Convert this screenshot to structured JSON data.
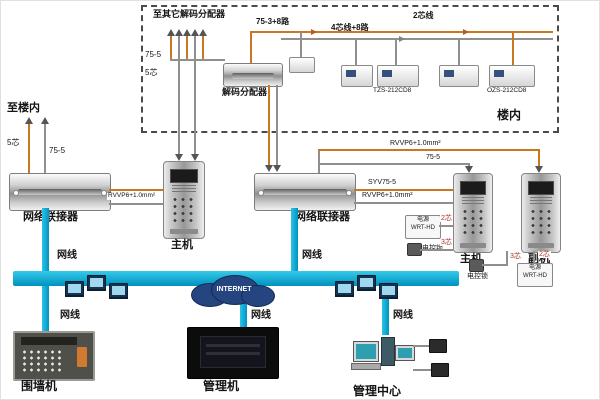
{
  "colors": {
    "bus": "#00a9d4",
    "orange": "#c9781f",
    "gray": "#8f8f8f",
    "cloud": "#24457f"
  },
  "top_box": {
    "to_other_label": "至其它解码分配器",
    "route1": "75-3+8路",
    "route2": "4芯线+8路",
    "route3": "2芯线",
    "cable_75_5": "75-5",
    "cable_5core": "5芯",
    "decoder_label": "解码分配器",
    "device_tzs": "TZS-212CD8",
    "device_ozs": "OZS-212CD8",
    "area_label": "楼内"
  },
  "left_area": {
    "to_building_label": "至楼内",
    "cable_5core": "5芯",
    "cable_75_5": "75-5",
    "connector_label": "网络联接器",
    "cable_rvvp": "RVVP6+1.0mm²",
    "host_label": "主机"
  },
  "middle_area": {
    "connector_label": "网络联接器",
    "cable_syv": "SYV75-5",
    "cable_rvvp": "RVVP6+1.0mm²"
  },
  "right_area": {
    "cable_rvvp": "RVVP6+1.0mm²",
    "cable_75_5": "75-5",
    "host_label": "主机",
    "slave_label": "副机",
    "power_label": "电源",
    "power_model": "WRT-HD",
    "core2_label": "2芯",
    "core3_label": "3芯",
    "lock_label": "电控锁"
  },
  "network": {
    "cable_label": "网线",
    "cloud_label": "INTERNET"
  },
  "bottom_area": {
    "wall_machine_label": "围墙机",
    "manager_machine_label": "管理机",
    "management_center_label": "管理中心"
  }
}
